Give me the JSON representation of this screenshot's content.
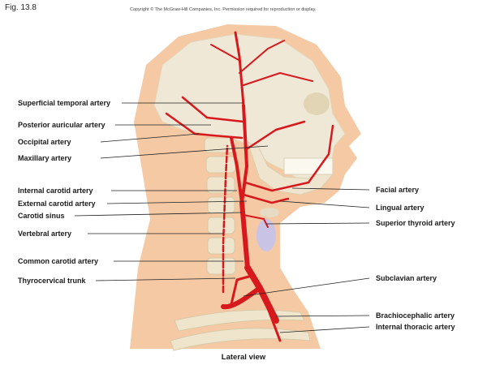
{
  "header": {
    "figure_number": "Fig. 13.8",
    "copyright": "Copyright © The McGraw-Hill Companies, Inc. Permission required for reproduction or display."
  },
  "labels": {
    "left": [
      "Superficial temporal artery",
      "Posterior auricular artery",
      "Occipital artery",
      "Maxillary artery",
      "Internal carotid artery",
      "External carotid artery",
      "Carotid sinus",
      "Vertebral artery",
      "Common carotid artery",
      "Thyrocervical trunk"
    ],
    "right": [
      "Facial artery",
      "Lingual artery",
      "Superior thyroid artery",
      "Subclavian artery",
      "Brachiocephalic artery",
      "Internal thoracic artery"
    ]
  },
  "caption": "Lateral view",
  "colors": {
    "skin": "#f4c9a4",
    "bone": "#f0e8d6",
    "artery": "#d7191d",
    "thyroid": "#c9c3e6",
    "leader_line": "#222222"
  }
}
